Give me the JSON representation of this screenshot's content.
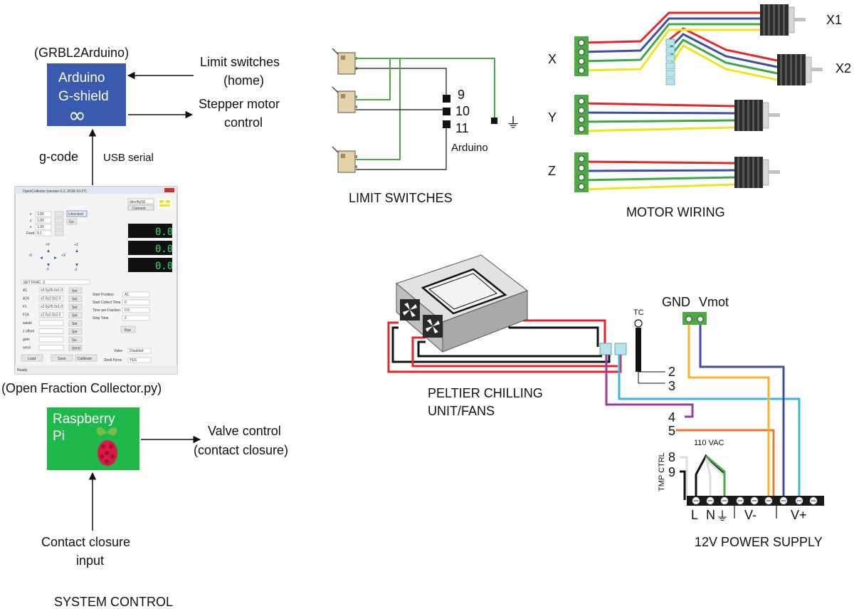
{
  "system_control": {
    "heading": "SYSTEM CONTROL",
    "grbl": "(GRBL2Arduino)",
    "arduino_line1": "Arduino",
    "arduino_line2": "G-shield",
    "infinity": "∞",
    "limit_line1": "Limit switches",
    "limit_line2": "(home)",
    "stepper_line1": "Stepper motor",
    "stepper_line2": "control",
    "gcode": "g-code",
    "usb": "USB serial",
    "app_caption": "(Open Fraction Collector.py)",
    "rpi_line1": "Raspberry",
    "rpi_line2": "Pi",
    "valve_line1": "Valve control",
    "valve_line2": "(contact closure)",
    "contact_line1": "Contact closure",
    "contact_line2": "input"
  },
  "app_window": {
    "title": "OpenCollector (version 0.2, 2018-10-27)",
    "port": "/dev/ttyS0",
    "connect": "Connect",
    "unlock": "Unlocked",
    "go": "Go",
    "axes": [
      "x",
      "y",
      "z"
    ],
    "axis_values": [
      "1.00",
      "1.00",
      "1.00"
    ],
    "feed_label": "Feed",
    "feed_value": "0.1",
    "dro": [
      "0.0",
      "0.0",
      "0.0"
    ],
    "dir_labels": [
      "+Y",
      "-X",
      "+X",
      "-Y",
      "+Z",
      "-Z"
    ],
    "preset_label": "SET FRAC. 0",
    "presets": [
      "A1",
      "A24",
      "F1",
      "F24",
      "waste",
      "z offset",
      "goto",
      "send"
    ],
    "preset_values": [
      "x2.0y26.0z1.0",
      "x2.0y2.0z2.0",
      "x2.0y25.0z1.0",
      "x2.0y2.0z3.0"
    ],
    "set_labels": [
      "Set",
      "Set",
      "Set",
      "Set",
      "Set",
      "Set",
      "Go",
      "Send"
    ],
    "params": [
      "Start Position",
      "Start Collect Time",
      "Time per Fraction",
      "Stop Time"
    ],
    "param_values": [
      "A1",
      "0",
      "0.5",
      "2"
    ],
    "run": "Run",
    "valve_label": "Valve",
    "valve_value": "Disabled",
    "mode_label": "Shell Pyrox",
    "mode_value": "YES",
    "bottom_buttons": [
      "Load",
      "Save",
      "Calibrate"
    ],
    "status": "Ready"
  },
  "limit_switches": {
    "heading": "LIMIT SWITCHES",
    "pins": [
      "9",
      "10",
      "11"
    ],
    "board": "Arduino",
    "ground_symbol": "⏚"
  },
  "motor_wiring": {
    "heading": "MOTOR WIRING",
    "axes": [
      "X",
      "Y",
      "Z"
    ],
    "x_motors": [
      "X1",
      "X2"
    ],
    "wire_colors": [
      "#e8262a",
      "#3b4fa8",
      "#3aa845",
      "#f2e21f"
    ]
  },
  "peltier": {
    "heading_line1": "PELTIER CHILLING",
    "heading_line2": "UNIT/FANS",
    "tc": "TC",
    "gnd": "GND",
    "vmot": "Vmot",
    "terminals": [
      "2",
      "3",
      "4",
      "5",
      "8",
      "9"
    ],
    "tmp_ctrl": "TMP CTRL",
    "vac": "110 VAC",
    "psu_labels": [
      "L",
      "N",
      "⏚",
      "V-",
      "V+"
    ],
    "psu_heading": "12V POWER SUPPLY"
  }
}
